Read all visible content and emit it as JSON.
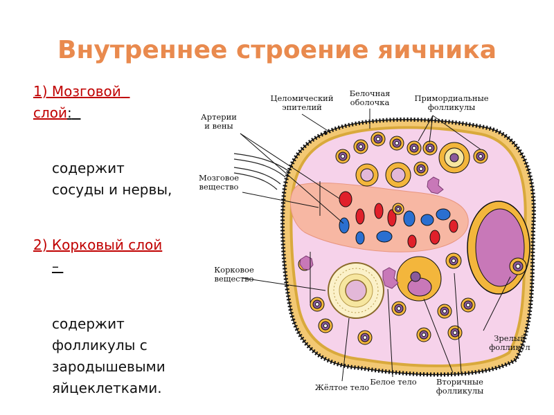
{
  "slide": {
    "title": "Внутреннее строение яичника",
    "item1": {
      "label_line1": "1) Мозговой",
      "label_line2": "слой",
      "suffix": ":",
      "text_line1": "содержит",
      "text_line2": "сосуды и нервы,"
    },
    "item2": {
      "label": "2) Корковый слой",
      "dash": "–",
      "text_line1": "содержит",
      "text_line2": "фолликулы с",
      "text_line3": "зародышевыми",
      "text_line4": "яйцеклетками."
    }
  },
  "diagram": {
    "labels": {
      "coelomic_1": "Целомический",
      "coelomic_2": "эпителий",
      "albuginea_1": "Белочная",
      "albuginea_2": "оболочка",
      "primordial_1": "Примордиальные",
      "primordial_2": "фолликулы",
      "arteries_1": "Артерии",
      "arteries_2": "и вены",
      "medulla_1": "Мозговое",
      "medulla_2": "вещество",
      "cortex_1": "Корковое",
      "cortex_2": "вещество",
      "mature_1": "Зрелый",
      "mature_2": "фолликул",
      "yellow_body": "Жёлтое тело",
      "white_body": "Белое тело",
      "secondary_1": "Вторичные",
      "secondary_2": "фолликулы"
    },
    "colors": {
      "title": "#e98a4e",
      "stroma": "#f6d2ea",
      "medulla": "#f7b7a3",
      "capsule": "#f3c873",
      "artery": "#e0202a",
      "vein": "#2a6fd0",
      "follicle_orange": "#f3b63c",
      "antrum": "#c878b8"
    }
  }
}
